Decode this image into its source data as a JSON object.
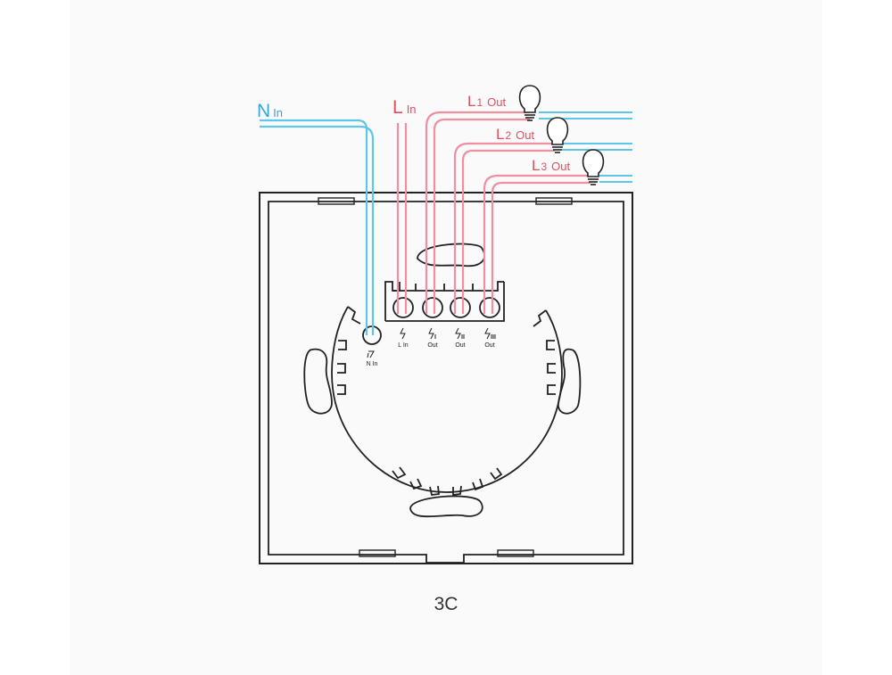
{
  "colors": {
    "neutral_wire": "#5ec6e8",
    "live_wire": "#ef8fa0",
    "outline": "#222222",
    "label_blue": "#35a6d8",
    "label_red": "#e0505f"
  },
  "wires": {
    "n_in": {
      "main": "N",
      "sub": "In"
    },
    "l_in": {
      "main": "L",
      "sub": "In"
    },
    "l1_out": {
      "main": "L",
      "num": "1",
      "sub": "Out"
    },
    "l2_out": {
      "main": "L",
      "num": "2",
      "sub": "Out"
    },
    "l3_out": {
      "main": "L",
      "num": "3",
      "sub": "Out"
    }
  },
  "terminals": [
    {
      "label": "L In",
      "icon": "lightning-icon"
    },
    {
      "label": "Out",
      "icon": "lightning-i-icon"
    },
    {
      "label": "Out",
      "icon": "lightning-ii-icon"
    },
    {
      "label": "Out",
      "icon": "lightning-iii-icon"
    }
  ],
  "neutral_terminal": {
    "label": "N In",
    "icon": "neutral-icon"
  },
  "bulb_icon": "light-bulb-icon",
  "caption": "3C"
}
